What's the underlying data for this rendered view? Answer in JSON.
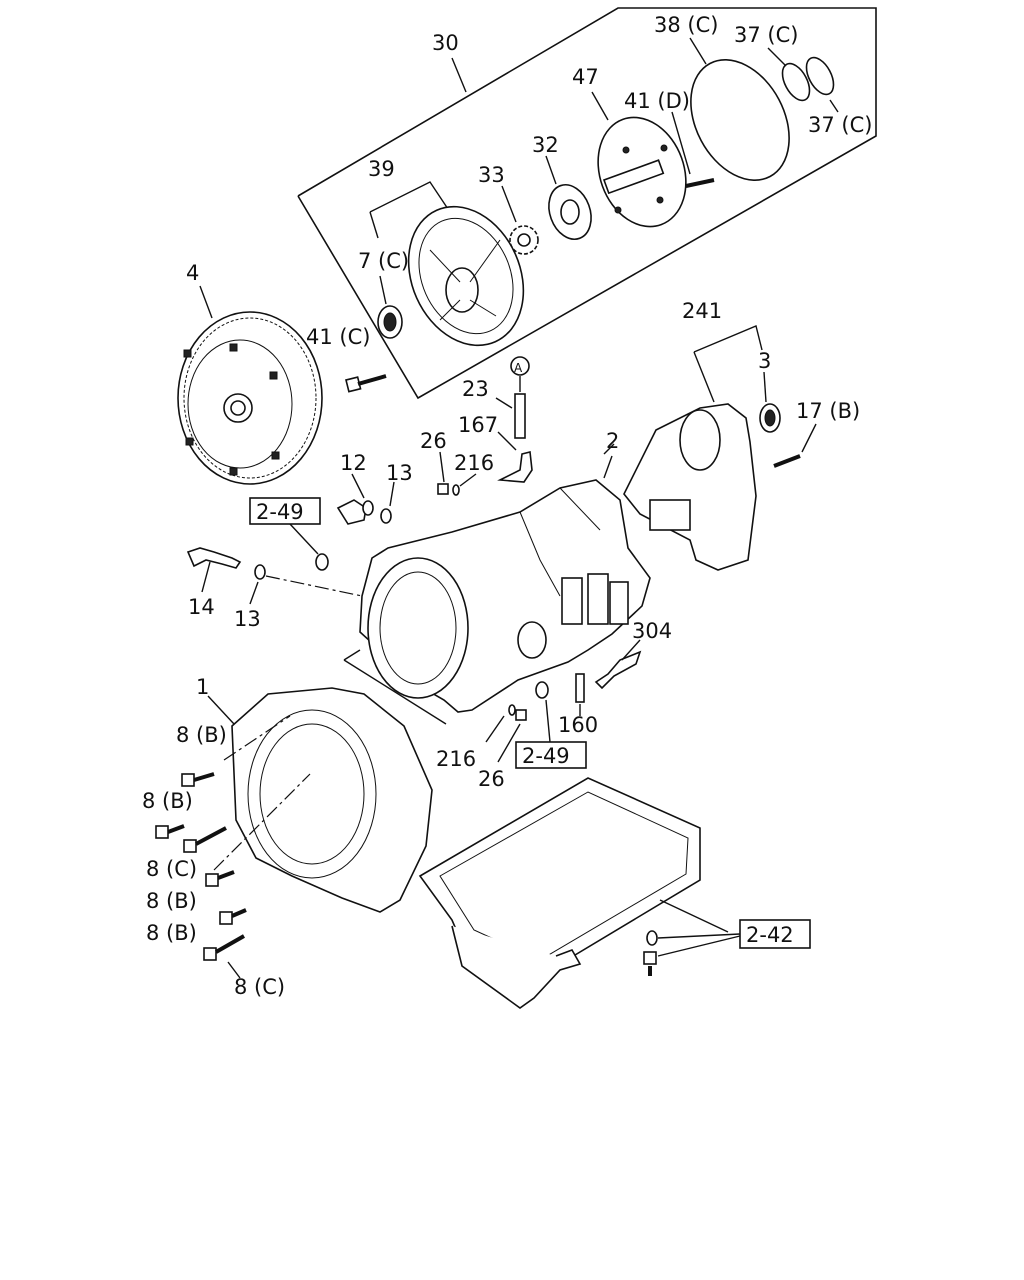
{
  "labels": {
    "l30": "30",
    "l38c": "38 (C)",
    "l37c_a": "37 (C)",
    "l37c_b": "37 (C)",
    "l47": "47",
    "l41d": "41 (D)",
    "l32": "32",
    "l33": "33",
    "l39": "39",
    "l7c": "7 (C)",
    "l4": "4",
    "l41c": "41 (C)",
    "l241": "241",
    "l3": "3",
    "l17b": "17 (B)",
    "lA": "A",
    "l23": "23",
    "l167": "167",
    "l26a": "26",
    "l216a": "216",
    "l2": "2",
    "l12": "12",
    "l13a": "13",
    "l14": "14",
    "l13b": "13",
    "l304": "304",
    "l160": "160",
    "l1": "1",
    "l8b_1": "8 (B)",
    "l8b_2": "8 (B)",
    "l8c_1": "8 (C)",
    "l8b_3": "8 (B)",
    "l8b_4": "8 (B)",
    "l8c_2": "8 (C)",
    "l216b": "216",
    "l26b": "26"
  },
  "refs": {
    "r249a": "2-49",
    "r249b": "2-49",
    "r242": "2-42"
  }
}
